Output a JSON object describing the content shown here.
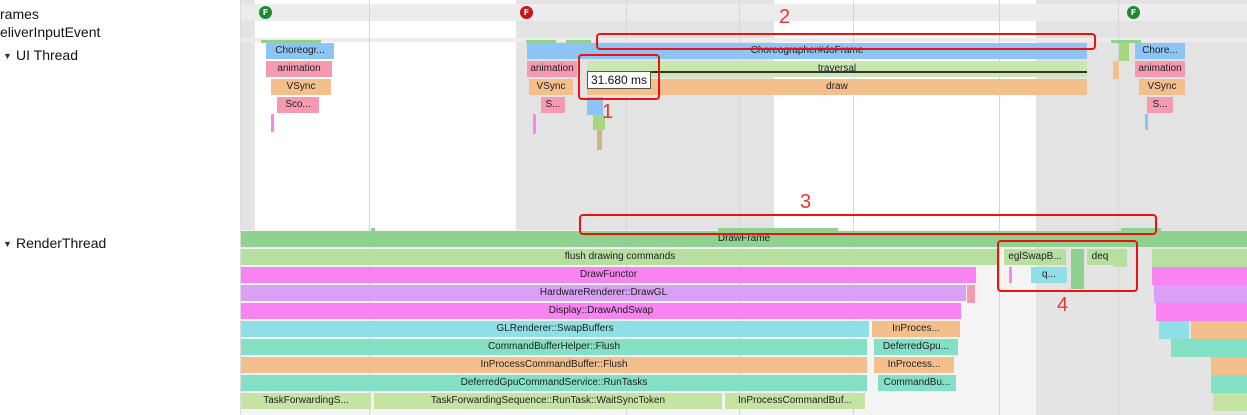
{
  "tracks": {
    "frames": "rames",
    "deliver": "eliverInputEvent",
    "ui": "UI Thread",
    "render": "RenderThread"
  },
  "frame_marker": "F",
  "tooltip": "31.680 ms",
  "callouts": [
    "1",
    "2",
    "3",
    "4"
  ],
  "ui": {
    "choreo_short": "Choreogr...",
    "anim": "animation",
    "vsync": "VSync",
    "sco": "Sco...",
    "main_choreo": "Choreographer#doFrame",
    "traversal": "traversal",
    "draw": "draw",
    "s_short": "S...",
    "right_choreo": "Chore...",
    "right_anim": "animation",
    "right_vsync": "VSync",
    "right_s": "S..."
  },
  "rt": {
    "drawframe": "DrawFrame",
    "flush": "flush drawing commands",
    "functor": "DrawFunctor",
    "hwr": "HardwareRenderer::DrawGL",
    "display": "Display::DrawAndSwap",
    "glr": "GLRenderer::SwapBuffers",
    "cbh": "CommandBufferHelper::Flush",
    "ipcb": "InProcessCommandBuffer::Flush",
    "dgcs": "DeferredGpuCommandService::RunTasks",
    "tfs1": "TaskForwardingS...",
    "tfs2": "TaskForwardingSequence::RunTask::WaitSyncToken",
    "ipcb2": "InProcessCommandBuf...",
    "inproc1": "InProces...",
    "defgpu": "DeferredGpu...",
    "inproc2": "InProcess...",
    "cmdbu": "CommandBu...",
    "egl": "eglSwapB...",
    "deq": "deq",
    "q": "q..."
  },
  "colors": {
    "green": "#8fd18f",
    "blue": "#8cc4f5",
    "pink": "#f59ab0",
    "orange": "#f3c08d",
    "magenta": "#f784f0",
    "violet": "#d9a0f5",
    "cyan": "#8ee0e6",
    "teal": "#84e0c5",
    "red_frame": "#c4161c",
    "green_frame": "#1d8a33",
    "callout": "#e11111"
  }
}
